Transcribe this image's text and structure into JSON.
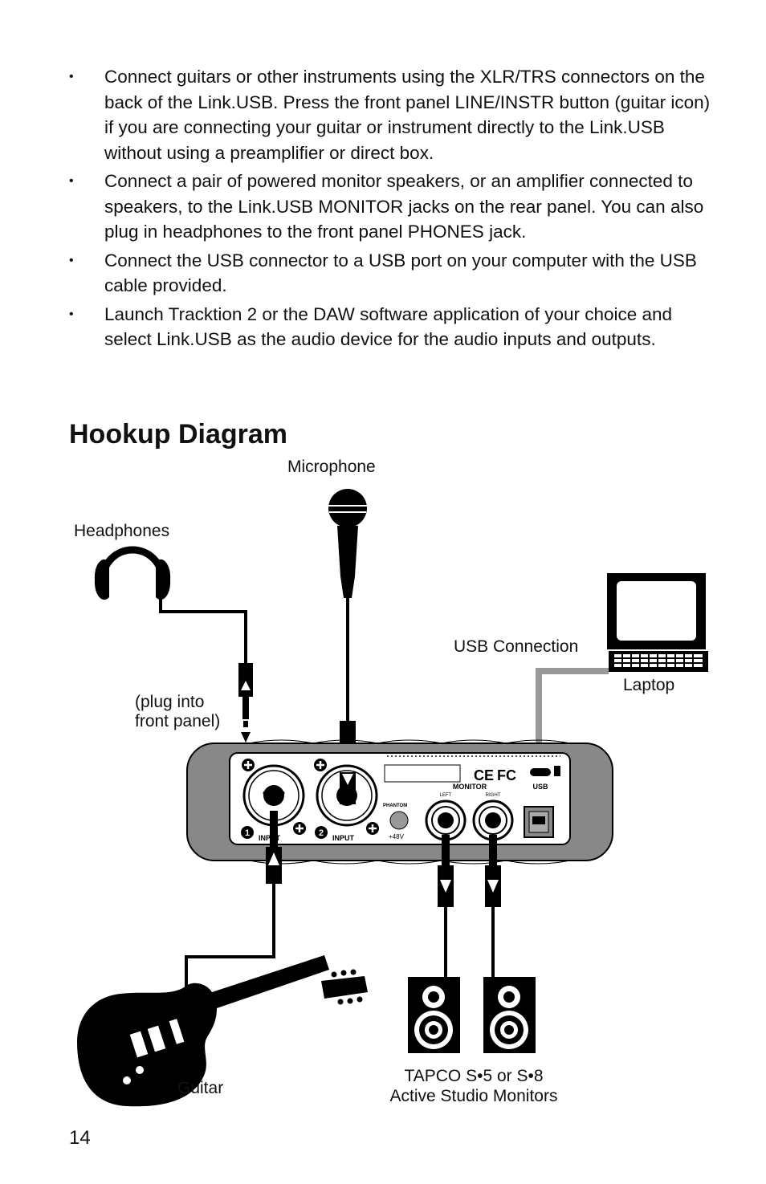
{
  "bullets": [
    "Connect guitars or other instruments using the XLR/TRS connectors on the back of the Link.USB. Press the front panel LINE/INSTR button (guitar icon) if you are connecting your guitar or instrument directly to the Link.USB without using a preamplifier or direct box.",
    "Connect a pair of powered monitor speakers, or an amplifier connected to speakers, to the Link.USB MONITOR jacks on the rear panel. You can also plug in headphones to the front panel PHONES jack.",
    "Connect the USB connector to a USB port on your computer with the USB cable provided.",
    "Launch Tracktion 2 or the DAW software application of your choice and select Link.USB as the audio device for the audio inputs and outputs."
  ],
  "bullet_symbol": "•",
  "heading": "Hookup Diagram",
  "labels": {
    "microphone": "Microphone",
    "headphones": "Headphones",
    "usb_connection": "USB Connection",
    "laptop": "Laptop",
    "plug_line1": "(plug into",
    "plug_line2": "front panel)",
    "guitar": "Guitar",
    "monitors_line1": "TAPCO S•5 or S•8",
    "monitors_line2": "Active Studio Monitors"
  },
  "panel": {
    "input": "INPUT",
    "input_num_1": "1",
    "input_num_2": "2",
    "phantom": "PHANTOM",
    "plus48": "+48V",
    "monitor": "MONITOR",
    "left": "LEFT",
    "right": "RIGHT",
    "usb": "USB",
    "ce": "CE",
    "fc": "FC"
  },
  "page_number": "14"
}
